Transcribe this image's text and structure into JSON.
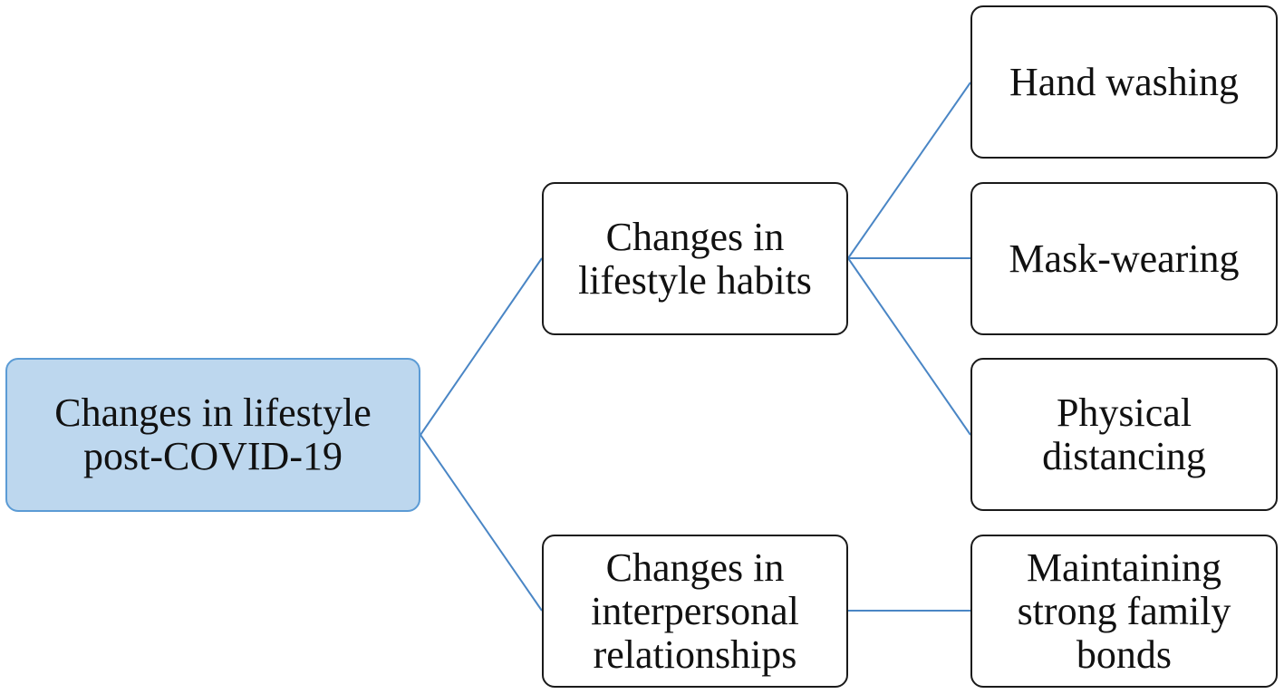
{
  "diagram": {
    "root": {
      "label": "Changes in lifestyle\npost-COVID-19",
      "fill_color": "#bdd7ee",
      "border_color": "#5b9bd5"
    },
    "branches": [
      {
        "label": "Changes in\nlifestyle habits",
        "children": [
          {
            "label": "Hand washing"
          },
          {
            "label": "Mask-wearing"
          },
          {
            "label": "Physical\ndistancing"
          }
        ]
      },
      {
        "label": "Changes in\ninterpersonal\nrelationships",
        "children": [
          {
            "label": "Maintaining\nstrong family\nbonds"
          }
        ]
      }
    ],
    "connector_color": "#4a86c5"
  }
}
